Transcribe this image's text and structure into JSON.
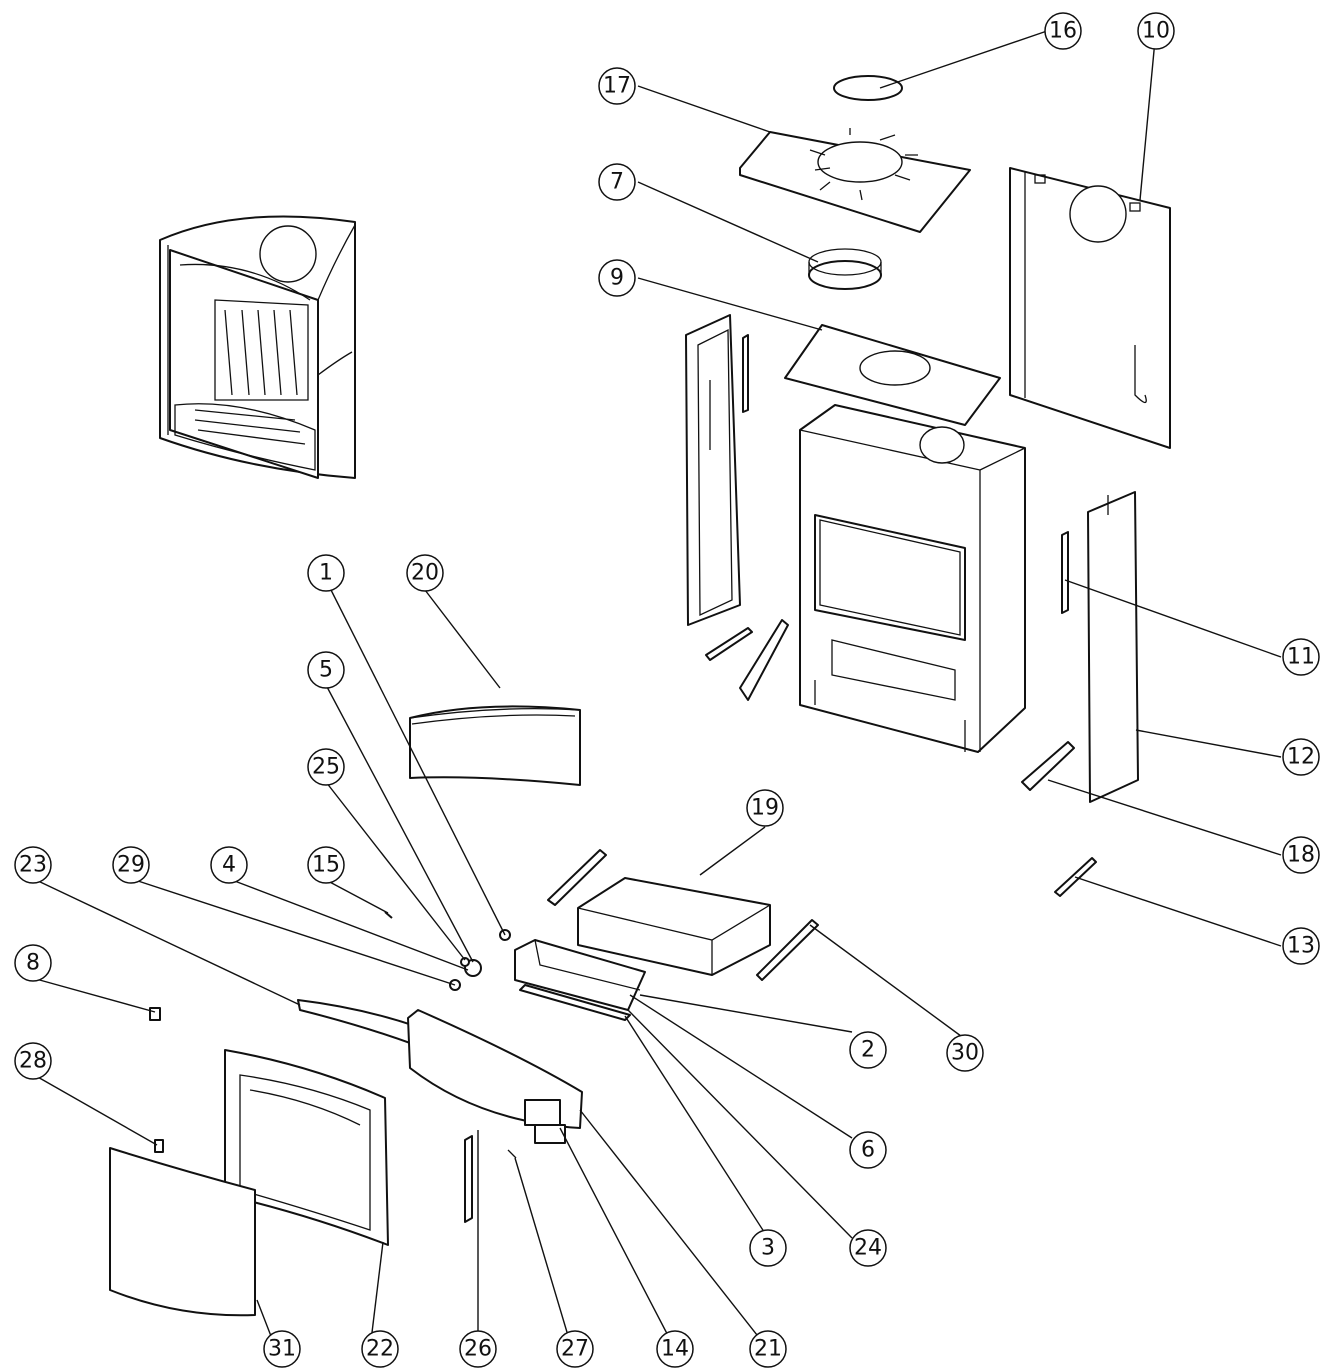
{
  "part_numbers": [
    "16",
    "10",
    "17",
    "7",
    "9",
    "11",
    "12",
    "18",
    "13",
    "1",
    "20",
    "5",
    "25",
    "23",
    "29",
    "4",
    "15",
    "8",
    "28",
    "19",
    "30",
    "2",
    "6",
    "3",
    "24",
    "31",
    "22",
    "26",
    "27",
    "14",
    "21"
  ]
}
